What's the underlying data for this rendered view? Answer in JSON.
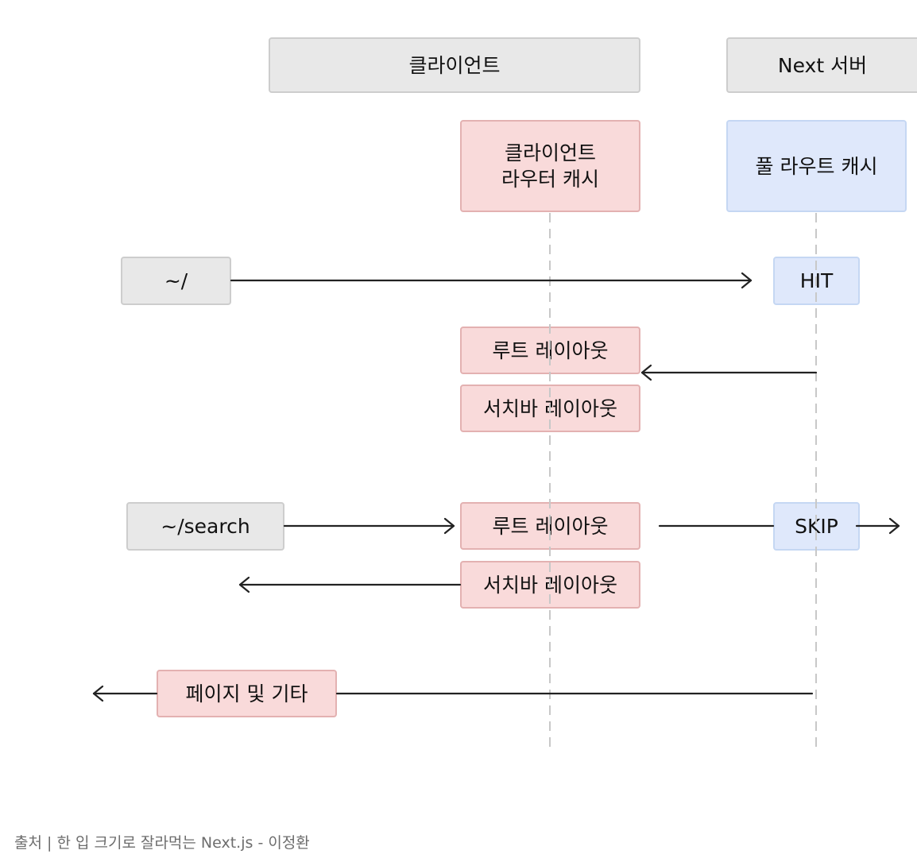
{
  "headers": {
    "client": "클라이언트",
    "server": "Next 서버"
  },
  "caches": {
    "router_cache_line1": "클라이언트",
    "router_cache_line2": "라우터 캐시",
    "full_route_cache": "풀 라우트 캐시"
  },
  "flow1": {
    "route": "~/",
    "status": "HIT",
    "seg_root": "루트 레이아웃",
    "seg_search": "서치바 레이아웃"
  },
  "flow2": {
    "route": "~/search",
    "status": "SKIP",
    "seg_root": "루트 레이아웃",
    "seg_search": "서치바 레이아웃"
  },
  "flow3": {
    "seg_page": "페이지 및 기타"
  },
  "caption": "출처 | 한 입 크기로 잘라먹는 Next.js - 이정환",
  "colors": {
    "gray_fill": "#e8e8e8",
    "red_fill": "#f9dada",
    "blue_fill": "#dfe8fb",
    "line": "#222222",
    "dashed": "#c8c8c8"
  }
}
